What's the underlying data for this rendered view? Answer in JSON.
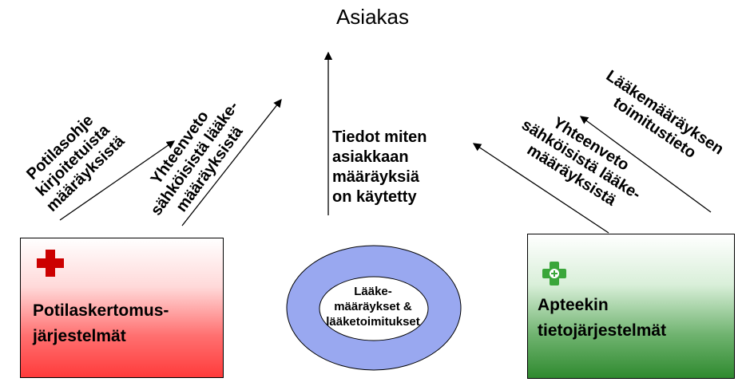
{
  "title": "Asiakas",
  "arrow_labels": {
    "left1": [
      "Potilasohje",
      "kirjoitetuista",
      "määräyksistä"
    ],
    "left2": [
      "Yhteenveto",
      "sähköisistä lääke-",
      "määräyksistä"
    ],
    "center": [
      "Tiedot miten",
      "asiakkaan",
      "määräyksiä",
      "on käytetty"
    ],
    "right1": [
      "Yhteenveto",
      "sähköisistä lääke-",
      "määräyksistä"
    ],
    "right2": [
      "Lääkemääräyksen",
      "toimitustieto"
    ]
  },
  "boxes": {
    "left": {
      "label": [
        "Potilaskertomus-",
        "järjestelmät"
      ],
      "icon": "red-cross-icon"
    },
    "right": {
      "label": [
        "Apteekin",
        "tietojärjestelmät"
      ],
      "icon": "pharmacy-cross-icon"
    }
  },
  "ring": {
    "label": [
      "Lääke-",
      "määräykset &",
      "lääketoimitukset"
    ]
  },
  "colors": {
    "left_box": "#ff3b3b",
    "right_box": "#2f8a2f",
    "ring": "#99a8f0",
    "red_cross": "#cc0000",
    "green_cross": "#3aa63a"
  }
}
